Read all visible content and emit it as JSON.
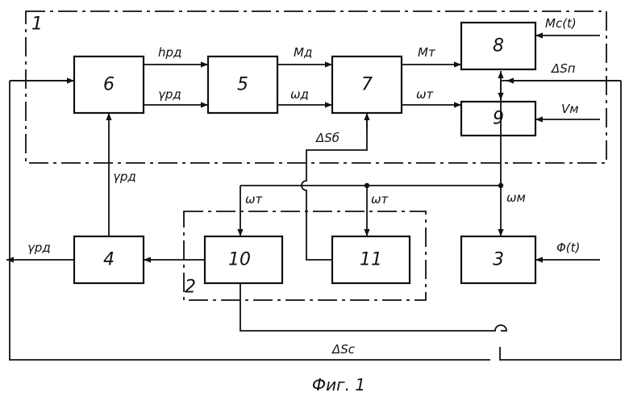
{
  "blocks": {
    "b1": "1",
    "b2": "2",
    "b3": "3",
    "b4": "4",
    "b5": "5",
    "b6": "6",
    "b7": "7",
    "b8": "8",
    "b9": "9",
    "b10": "10",
    "b11": "11"
  },
  "signals": {
    "h_rd": "hрд",
    "gamma_rd_top": "γрд",
    "M_d": "Mд",
    "omega_d": "ωд",
    "M_t": "Mт",
    "omega_t_top": "ωт",
    "Mc_t": "Mс(t)",
    "dS_n": "ΔSп",
    "V_m": "Vм",
    "dS_b": "ΔSб",
    "gamma_rd_up": "γрд",
    "omega_t_10": "ωт",
    "omega_t_11": "ωт",
    "omega_m": "ωм",
    "gamma_rd_out": "γрд",
    "phi_t": "Φ(t)",
    "dS_c": "ΔSс"
  },
  "caption": "Фиг. 1"
}
